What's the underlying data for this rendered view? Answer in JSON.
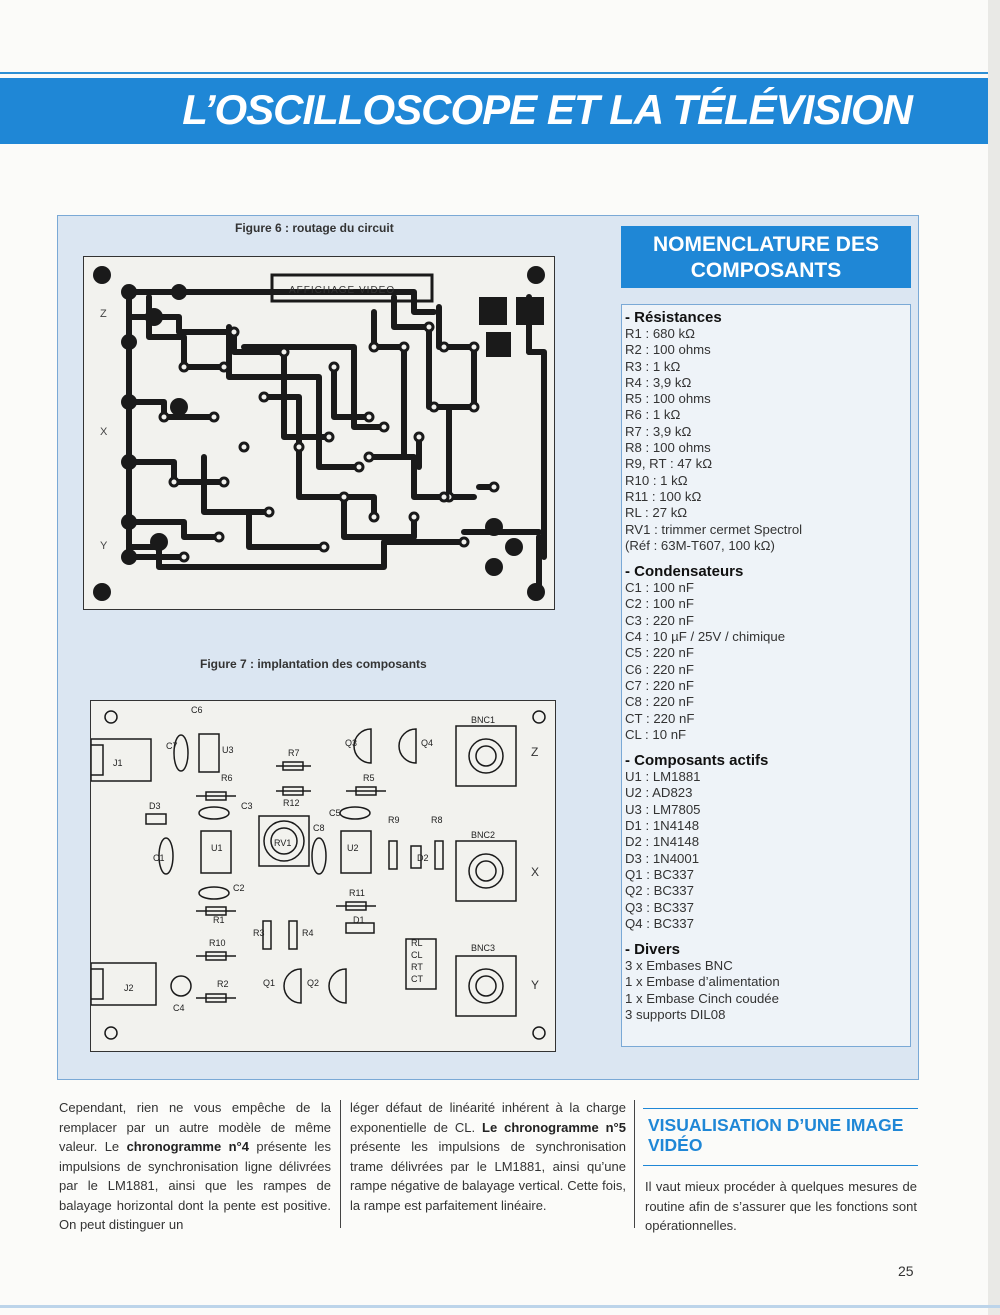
{
  "header": {
    "title": "L’OSCILLOSCOPE ET LA TÉLÉVISION"
  },
  "figure6": {
    "caption": "Figure 6 : routage du circuit",
    "board_label": "AFFICHAGE VIDEO",
    "side_labels": [
      "Z",
      "X",
      "Y"
    ]
  },
  "figure7": {
    "caption": "Figure 7 : implantation des composants",
    "components": [
      "C6",
      "U3",
      "C7",
      "J1",
      "R7",
      "Q3",
      "Q4",
      "BNC1",
      "R6",
      "R5",
      "D3",
      "C3",
      "R12",
      "C5",
      "C8",
      "R9",
      "R8",
      "D2",
      "C1",
      "U1",
      "RV1",
      "U2",
      "BNC2",
      "C2",
      "R11",
      "R1",
      "D1",
      "R10",
      "R3",
      "R4",
      "RL",
      "CL",
      "RT",
      "CT",
      "BNC3",
      "J2",
      "C4",
      "R2",
      "Q1",
      "Q2"
    ],
    "side_labels": [
      "Z",
      "X",
      "Y"
    ]
  },
  "nomenclature": {
    "title_line1": "NOMENCLATURE DES",
    "title_line2": "COMPOSANTS",
    "sections": [
      {
        "title": "- Résistances",
        "items": [
          "R1 : 680 kΩ",
          "R2 : 100 ohms",
          "R3 : 1 kΩ",
          "R4 : 3,9 kΩ",
          "R5 : 100 ohms",
          "R6 : 1 kΩ",
          "R7 : 3,9 kΩ",
          "R8 : 100 ohms",
          "R9, RT  : 47 kΩ",
          "R10 : 1 kΩ",
          "R11 : 100 kΩ",
          "RL  : 27 kΩ",
          "RV1 : trimmer cermet Spectrol",
          "(Réf : 63M-T607, 100 kΩ)"
        ]
      },
      {
        "title": "- Condensateurs",
        "items": [
          "C1 : 100 nF",
          "C2 : 100 nF",
          "C3 : 220 nF",
          "C4 : 10 µF / 25V / chimique",
          "C5 : 220 nF",
          "C6 : 220 nF",
          "C7 : 220 nF",
          "C8 : 220 nF",
          "CT : 220 nF",
          "CL : 10 nF"
        ]
      },
      {
        "title": "- Composants actifs",
        "items": [
          "U1 : LM1881",
          "U2 : AD823",
          "U3 : LM7805",
          "D1 : 1N4148",
          "D2 : 1N4148",
          "D3 : 1N4001",
          "Q1 : BC337",
          "Q2 : BC337",
          "Q3 : BC337",
          "Q4 : BC337"
        ]
      },
      {
        "title": "- Divers",
        "items": [
          "3 x Embases BNC",
          "1 x Embase d’alimentation",
          "1 x Embase Cinch coudée",
          "3 supports DIL08"
        ]
      }
    ]
  },
  "columns": {
    "col1": {
      "t1": "Cependant, rien ne vous empêche de la remplacer par un autre modèle de même valeur. Le ",
      "b1": "chronogramme n°4",
      "t2": " présente les impulsions de synchronisation ligne délivrées par le LM1881, ainsi que les rampes de balayage horizontal dont la pente est positive. On peut distinguer un"
    },
    "col2": {
      "t1": "léger défaut de linéarité inhérent à la charge exponentielle de CL. ",
      "b1": "Le chronogramme n°5",
      "t2": " présente les impulsions de synchronisation trame délivrées par le LM1881, ainsi qu’une rampe négative de balayage vertical. Cette fois, la rampe est parfaitement linéaire."
    },
    "col3": {
      "title": "VISUALISATION D’UNE IMAGE VIDÉO",
      "text": "Il vaut mieux procéder à quelques mesures de routine afin de s’assurer que les fonctions sont opérationnelles."
    }
  },
  "footer": {
    "page_number": "25"
  }
}
